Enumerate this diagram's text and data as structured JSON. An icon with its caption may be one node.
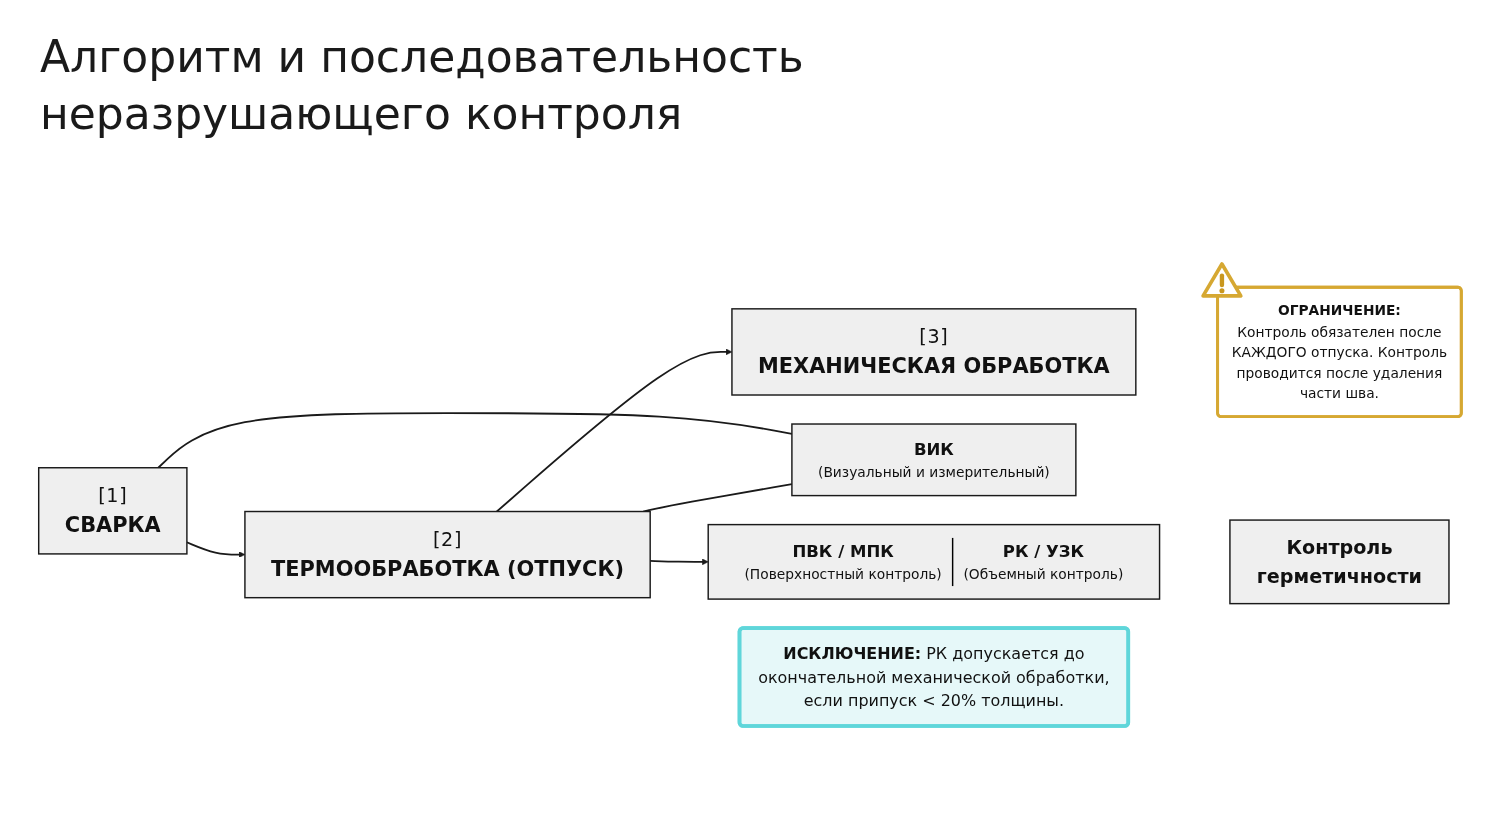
{
  "diagram": {
    "title": "Алгоритм и последовательность неразрушающего контроля",
    "nodes": [
      {
        "text": [
          "[1]",
          "СВАРКА"
        ]
      },
      {
        "text": [
          "[2]",
          "ТЕРМООБРАБОТКА (ОТПУСК)"
        ]
      },
      {
        "text": [
          "[3]",
          "МЕХАНИЧЕСКАЯ ОБРАБОТКА"
        ]
      },
      {
        "text": [
          "ОГРАНИЧЕНИЕ:",
          "Контроль обязателен после КАЖДОГО отпуска. Контроль проводится после удаления части шва."
        ]
      },
      {
        "text": [
          "ВИК",
          "(Визуальный и измерительный)"
        ]
      },
      {
        "text": [
          "ПВК / МПК",
          "(Поверхностный контроль)",
          "РК / УЗК",
          "(Объемный контроль)"
        ]
      },
      {
        "text": [
          "Контроль герметичности"
        ]
      },
      {
        "text": [
          "**ИСКЛЮЧЕНИЕ:** РК допускается до окончательной механической обработки, если припуск < 20% толщины."
        ]
      }
    ],
    "edges": [
      {
        "from": 0,
        "to": 1,
        "arrow": "to"
      },
      {
        "from": 1,
        "to": 2,
        "arrow": "to"
      },
      {
        "from": 0,
        "to": 4,
        "arrow": "none"
      },
      {
        "from": 1,
        "to": 4,
        "arrow": "none"
      },
      {
        "from": 1,
        "to": 5,
        "arrow": "to"
      }
    ]
  }
}
